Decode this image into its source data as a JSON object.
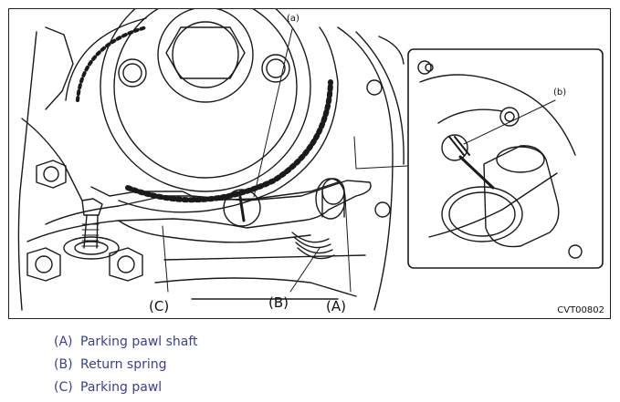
{
  "figure": {
    "callouts": {
      "a": "(a)",
      "b": "(b)",
      "A": "(A)",
      "B": "(B)",
      "C": "(C)"
    },
    "code": "CVT00802"
  },
  "legend": [
    {
      "key": "(A)",
      "text": "Parking pawl shaft"
    },
    {
      "key": "(B)",
      "text": "Return spring"
    },
    {
      "key": "(C)",
      "text": "Parking pawl"
    }
  ],
  "colors": {
    "legend_text": "#3a3f8f",
    "line_art": "#1a1a1a"
  }
}
